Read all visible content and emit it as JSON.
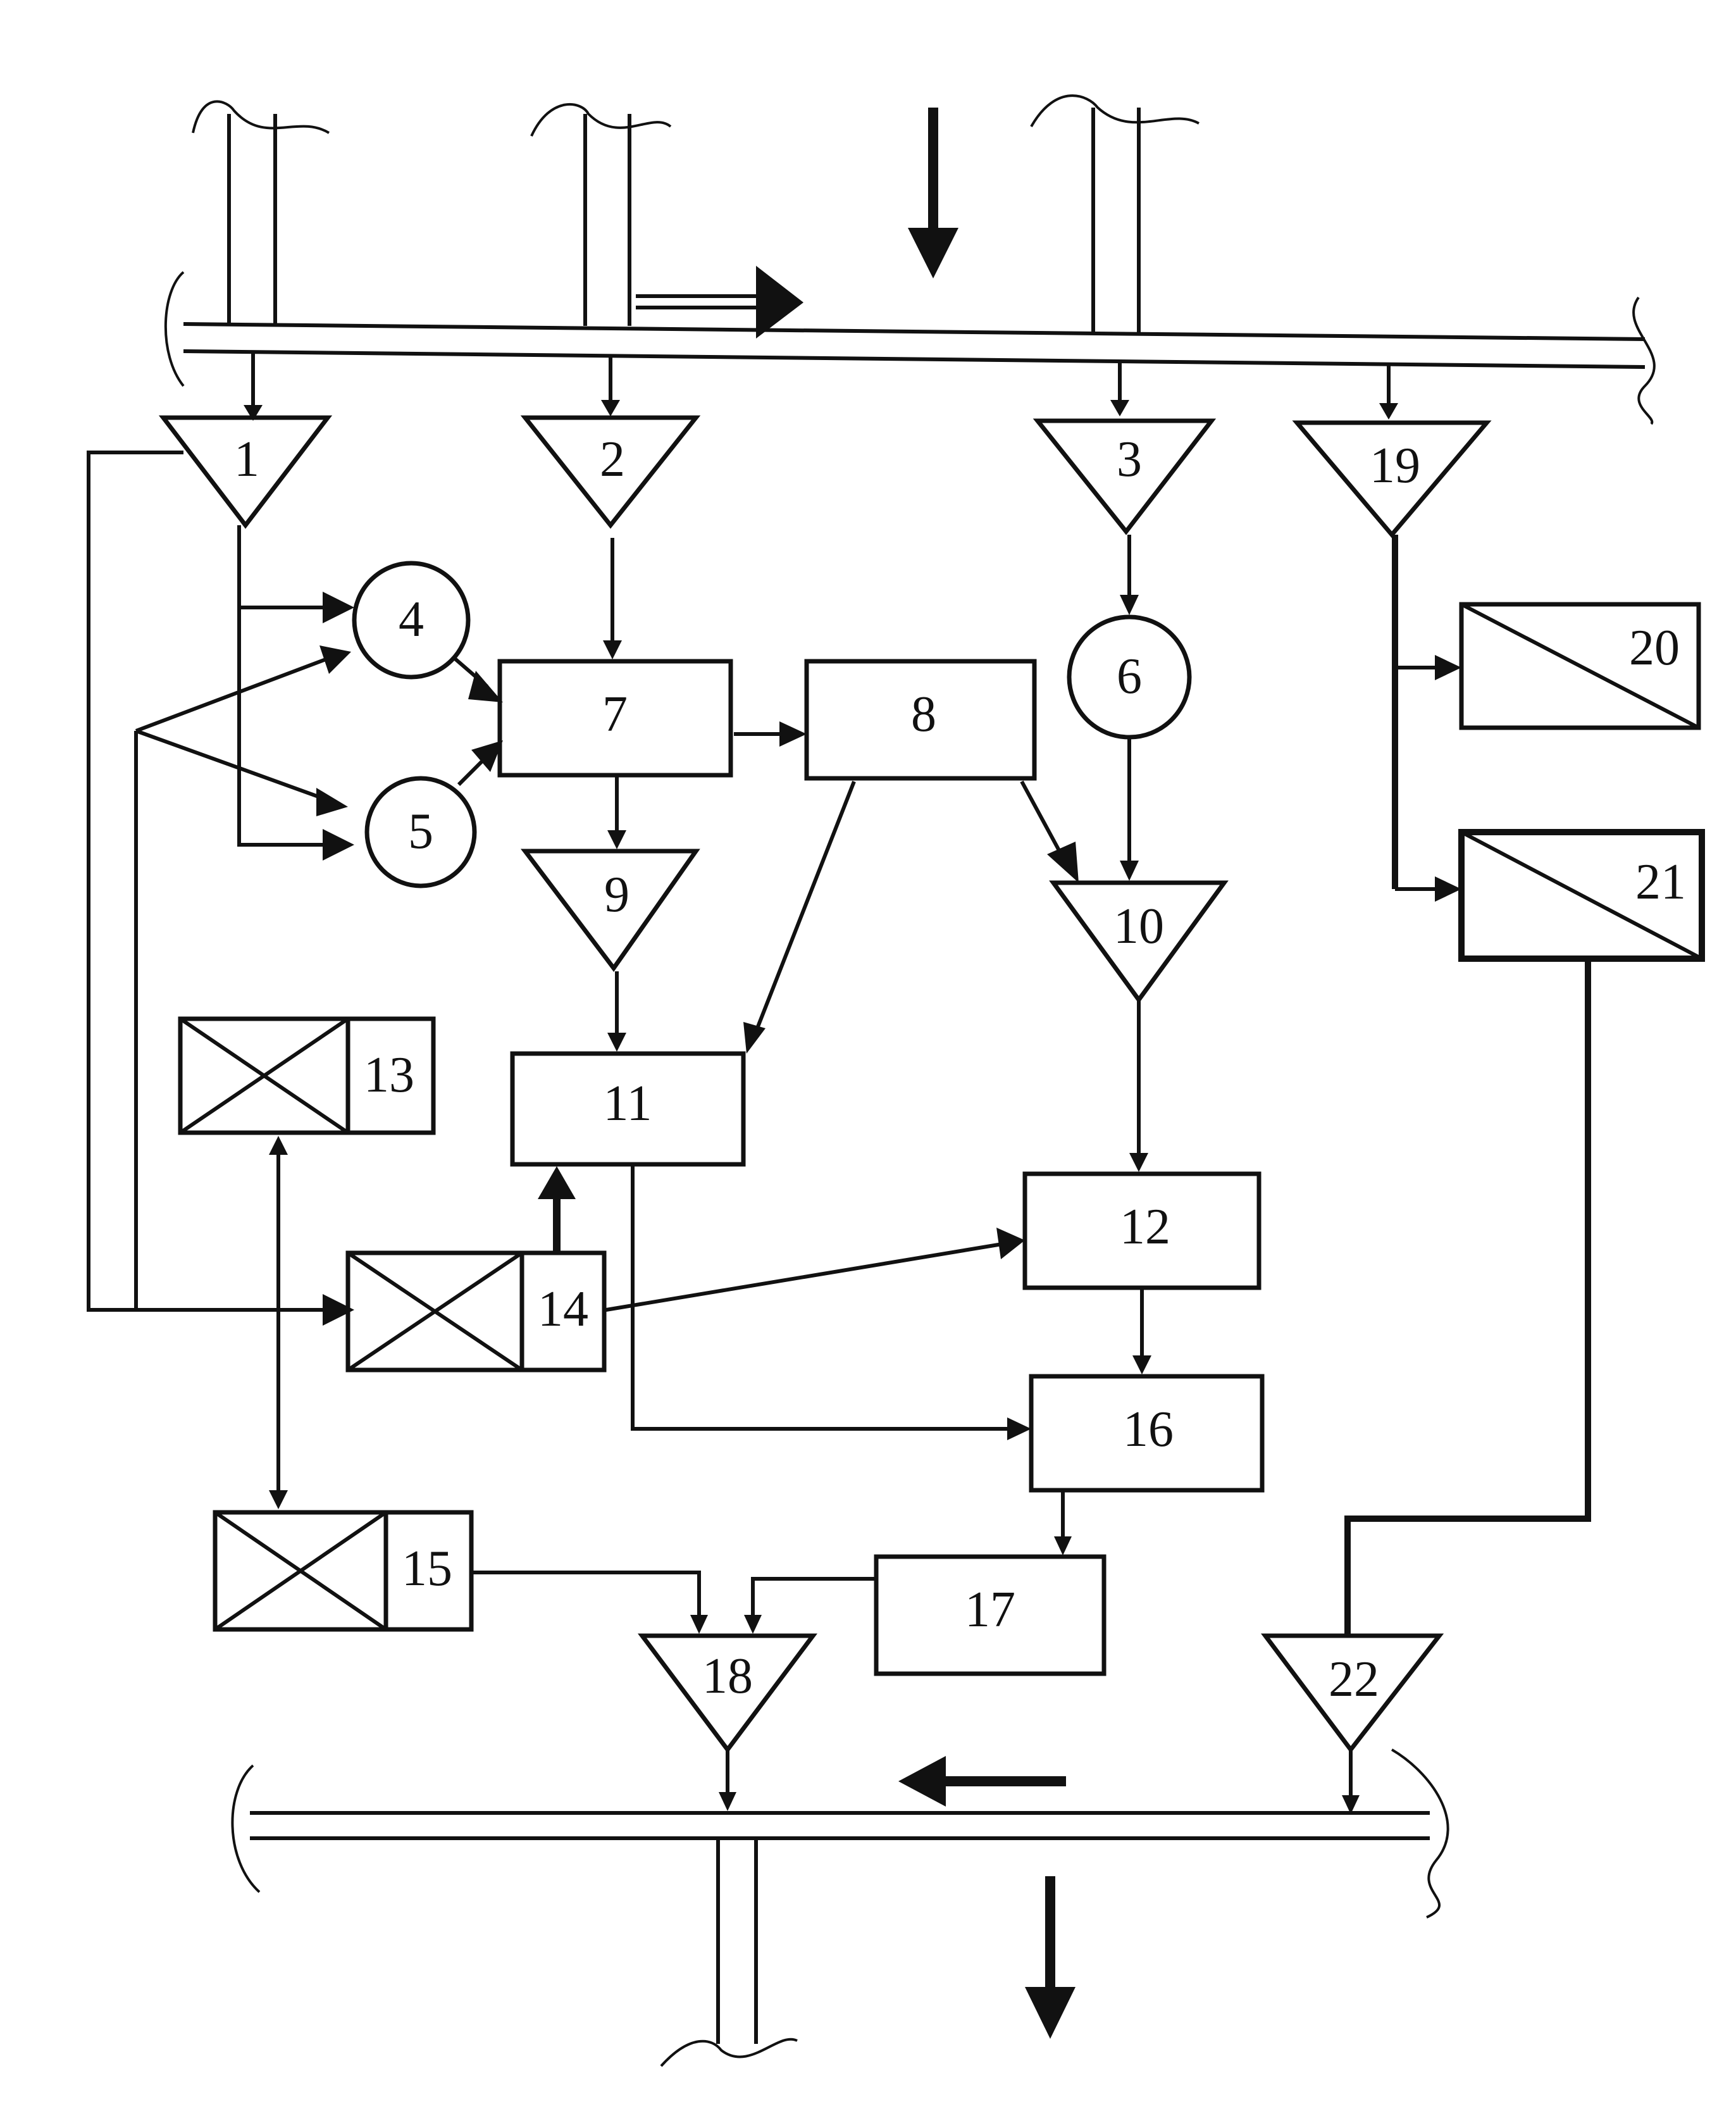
{
  "diagram": {
    "nodes": {
      "n1": "1",
      "n2": "2",
      "n3": "3",
      "n4": "4",
      "n5": "5",
      "n6": "6",
      "n7": "7",
      "n8": "8",
      "n9": "9",
      "n10": "10",
      "n11": "11",
      "n12": "12",
      "n13": "13",
      "n14": "14",
      "n15": "15",
      "n16": "16",
      "n17": "17",
      "n18": "18",
      "n19": "19",
      "n20": "20",
      "n21": "21",
      "n22": "22"
    },
    "colors": {
      "ink": "#111111",
      "paper": "#ffffff"
    }
  }
}
